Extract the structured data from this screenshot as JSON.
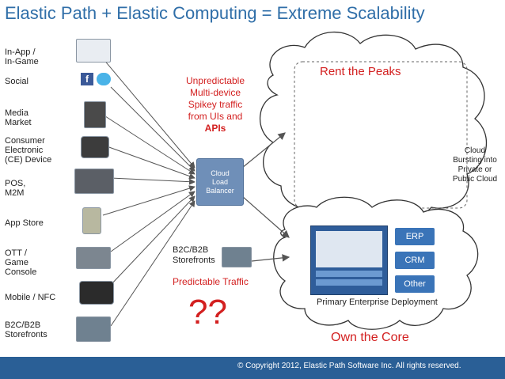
{
  "title": "Elastic Path + Elastic Computing = Extreme Scalability",
  "devices": [
    {
      "label": "In-App /\n In-Game",
      "icon": "app-screenshot-icon"
    },
    {
      "label": "Social",
      "icon": "social-logos-icon"
    },
    {
      "label": "Media\nMarket",
      "icon": "media-player-icon"
    },
    {
      "label": "Consumer\nElectronic\n(CE) Device",
      "icon": "gps-device-icon"
    },
    {
      "label": "POS,\nM2M",
      "icon": "server-rack-icon"
    },
    {
      "label": "App Store",
      "icon": "tablet-icon"
    },
    {
      "label": "OTT /\nGame\nConsole",
      "icon": "tv-icon"
    },
    {
      "label": "Mobile / NFC",
      "icon": "mobile-device-icon"
    },
    {
      "label": "B2C/B2B\nStorefronts",
      "icon": "laptop-icon"
    }
  ],
  "unpredictable_note": [
    "Unpredictable",
    "Multi-device",
    "Spikey traffic",
    "from UIs and",
    "APIs"
  ],
  "load_balancer": [
    "Cloud",
    "Load",
    "Balancer"
  ],
  "b2c_storefronts": "B2C/B2B\nStorefronts",
  "predictable_traffic": "Predictable Traffic",
  "question_marks": "??",
  "rent_the_peaks": "Rent the Peaks",
  "cloud_bursting": "Cloud\nBursting into\nPrivate or\nPublic Cloud",
  "enterprise_boxes": [
    "ERP",
    "CRM",
    "Other"
  ],
  "primary_enterprise": "Primary Enterprise Deployment",
  "own_the_core": "Own the Core",
  "copyright": "© Copyright 2012, Elastic Path Software Inc. All rights reserved.",
  "colors": {
    "title": "#2f6ea8",
    "red": "#d32020",
    "blue_box": "#3a74b8",
    "footer_bar": "#2a5f96"
  }
}
